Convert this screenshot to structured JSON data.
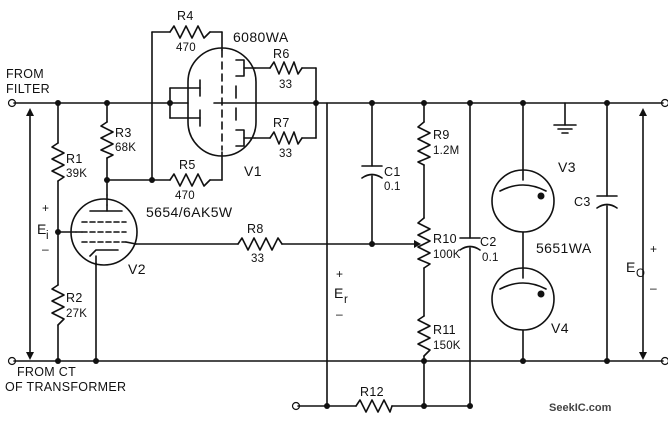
{
  "labels": {
    "from_filter_1": "FROM",
    "from_filter_2": "FILTER",
    "from_ct_1": "FROM  CT",
    "from_ct_2": "OF TRANSFORMER",
    "tube_v1_type": "6080WA",
    "tube_v2_type": "5654/6AK5W",
    "tube_v34_type": "5651WA",
    "watermark": "SeekIC.com"
  },
  "components": {
    "r1": {
      "name": "R1",
      "value": "39K"
    },
    "r2": {
      "name": "R2",
      "value": "27K"
    },
    "r3": {
      "name": "R3",
      "value": "68K"
    },
    "r4": {
      "name": "R4",
      "value": "470"
    },
    "r5": {
      "name": "R5",
      "value": "470"
    },
    "r6": {
      "name": "R6",
      "value": "33"
    },
    "r7": {
      "name": "R7",
      "value": "33"
    },
    "r8": {
      "name": "R8",
      "value": "33"
    },
    "r9": {
      "name": "R9",
      "value": "1.2M"
    },
    "r10": {
      "name": "R10",
      "value": "100K"
    },
    "r11": {
      "name": "R11",
      "value": "150K"
    },
    "r12": {
      "name": "R12"
    },
    "c1": {
      "name": "C1",
      "value": "0.1"
    },
    "c2": {
      "name": "C2",
      "value": "0.1"
    },
    "c3": {
      "name": "C3"
    },
    "v1": {
      "name": "V1"
    },
    "v2": {
      "name": "V2"
    },
    "v3": {
      "name": "V3"
    },
    "v4": {
      "name": "V4"
    }
  },
  "voltages": {
    "ei": {
      "symbol": "E",
      "sub": "i",
      "plus": "+",
      "minus": "–"
    },
    "er": {
      "symbol": "E",
      "sub": "r",
      "plus": "+",
      "minus": "–"
    },
    "eo": {
      "symbol": "E",
      "sub": "O",
      "plus": "+",
      "minus": "–"
    }
  }
}
